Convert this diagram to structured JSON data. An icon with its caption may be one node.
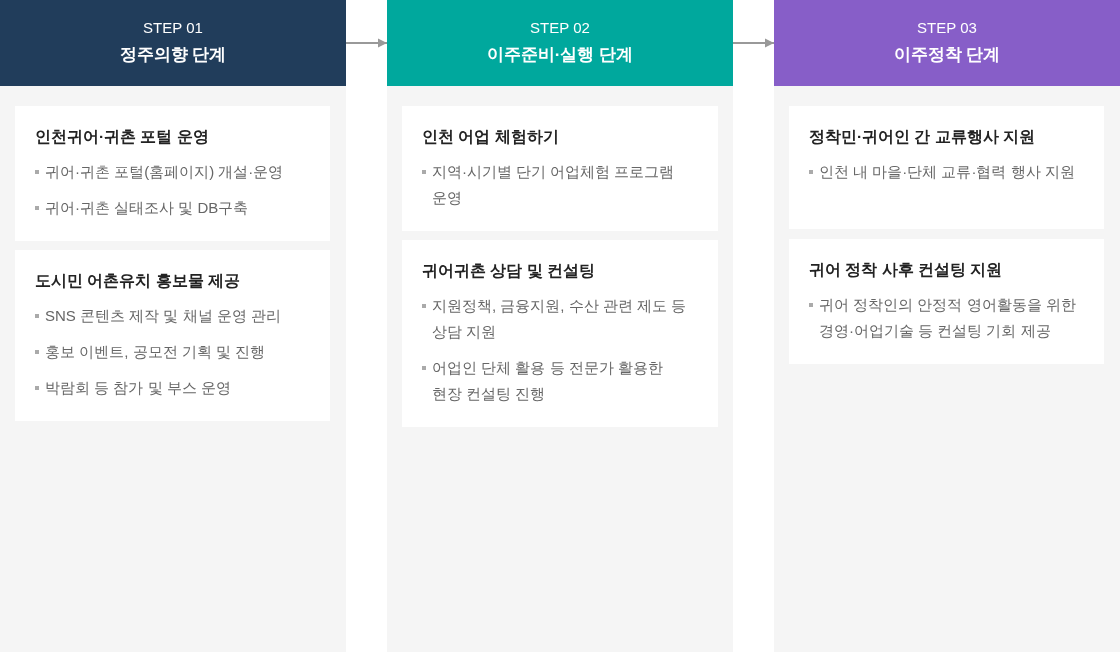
{
  "diagram": {
    "nodes": [
      {
        "text": [
          "STEP 01",
          "정주의향 단계"
        ]
      },
      {
        "text": [
          "인천귀어·귀촌 포털 운영",
          "귀어·귀촌 포털(홈페이지) 개설·운영",
          "귀어·귀촌 실태조사 및 DB구축"
        ],
        "in": 0
      },
      {
        "text": [
          "도시민 어촌유치 홍보물 제공",
          "SNS 콘텐츠 제작 및 채널 운영 관리",
          "홍보 이벤트, 공모전 기획 및 진행",
          "박람회 등 참가 및 부스 운영"
        ],
        "in": 0
      },
      {
        "text": [
          "STEP 02",
          "이주준비·실행 단계"
        ]
      },
      {
        "text": [
          "인천 어업 체험하기",
          "지역·시기별 단기 어업체험 프로그램 운영"
        ],
        "in": 3
      },
      {
        "text": [
          "귀어귀촌 상담 및 컨설팅",
          "지원정책, 금융지원, 수산 관련 제도 등 상담 지원",
          "어업인 단체 활용 등 전문가 활용한 현장 컨설팅 진행"
        ],
        "in": 3
      },
      {
        "text": [
          "STEP 03",
          "이주정착 단계"
        ]
      },
      {
        "text": [
          "정착민·귀어인 간 교류행사 지원",
          "인천 내 마을·단체 교류·협력 행사 지원"
        ],
        "in": 6
      },
      {
        "text": [
          "귀어 정착 사후 컨설팅 지원",
          "귀어 정착인의 안정적 영어활동을 위한 경영·어업기술 등 컨설팅 기회 제공"
        ],
        "in": 6
      }
    ],
    "edges": [
      {
        "from": 0,
        "to": 3,
        "arrow": "to"
      },
      {
        "from": 3,
        "to": 6,
        "arrow": "to"
      }
    ]
  }
}
